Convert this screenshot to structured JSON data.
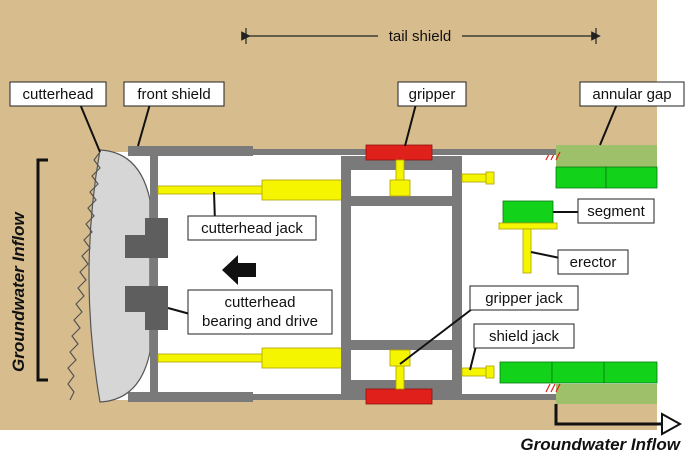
{
  "diagram": {
    "labels": {
      "tail_shield": "tail shield",
      "cutterhead": "cutterhead",
      "front_shield": "front shield",
      "gripper": "gripper",
      "annular_gap": "annular gap",
      "cutterhead_jack": "cutterhead jack",
      "segment": "segment",
      "erector": "erector",
      "cutterhead_bearing_line1": "cutterhead",
      "cutterhead_bearing_line2": "bearing and drive",
      "gripper_jack": "gripper jack",
      "shield_jack": "shield jack",
      "groundwater_left": "Groundwater Inflow",
      "groundwater_bottom": "Groundwater Inflow"
    },
    "colors": {
      "soil": "#d7bd8e",
      "frame": "#7a7a7a",
      "jack": "#f5f500",
      "gripper": "#e0201b",
      "segment": "#12d21a",
      "grout": "#9fc06a",
      "drive": "#5e5e5e",
      "cutterhead_face": "#d6d6d6"
    }
  }
}
